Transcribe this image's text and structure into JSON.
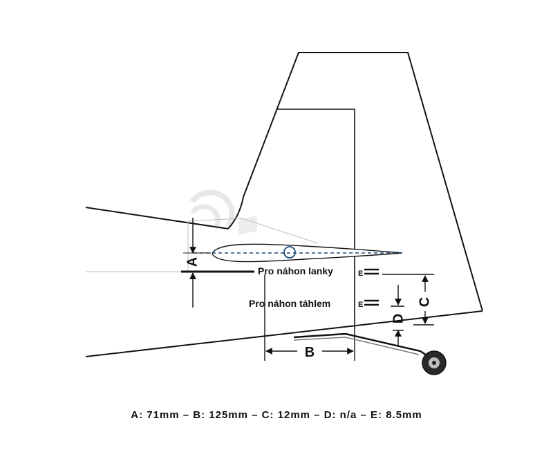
{
  "labels": {
    "dim_a": "A",
    "dim_b": "B",
    "dim_c": "C",
    "dim_d": "D",
    "dim_e_top": "E",
    "dim_e_bottom": "E",
    "cable_drive": "Pro náhon lanky",
    "pushrod_drive": "Pro náhon táhlem"
  },
  "caption": "A: 71mm – B: 125mm – C: 12mm – D: n/a – E: 8.5mm",
  "colors": {
    "line": "#111111",
    "hinge": "#1a4a7a",
    "faint": "#bdbdbd",
    "watermark": "#d9d9d9"
  }
}
